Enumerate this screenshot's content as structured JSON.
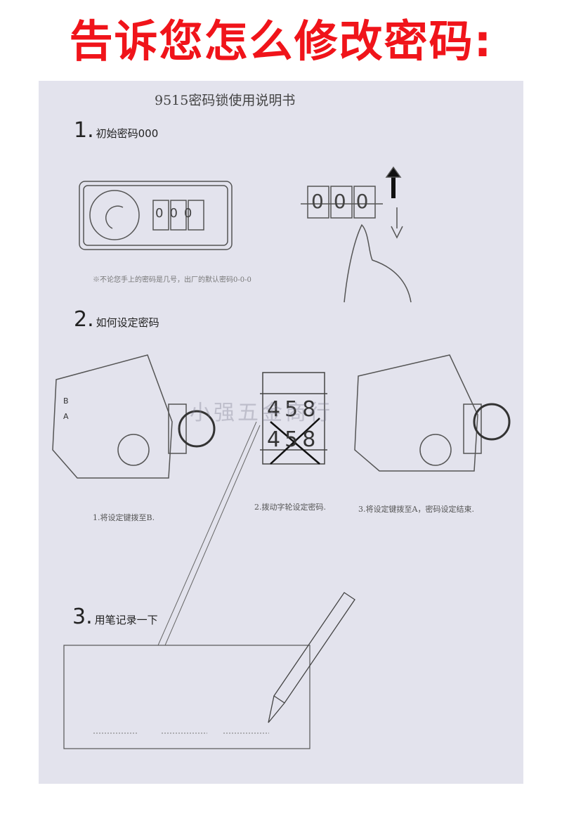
{
  "banner": "告诉您怎么修改密码:",
  "doc_title": "9515密码锁使用说明书",
  "section1": {
    "num": "1.",
    "label": "初始密码000",
    "note": "※不论您手上的密码是几号，出厂的默认密码0-0-0",
    "digits": [
      "0",
      "0",
      "0"
    ]
  },
  "section2": {
    "num": "2.",
    "label": "如何设定密码",
    "captions": [
      "1.将设定键拨至B.",
      "2.拨动字轮设定密码.",
      "3.将设定键拨至A，密码设定结束."
    ],
    "wheel_digits": [
      "4",
      "5",
      "8"
    ],
    "switch_labels": [
      "B",
      "A"
    ]
  },
  "section3": {
    "num": "3.",
    "label": "用笔记录一下"
  },
  "watermark": "小强五金商行"
}
